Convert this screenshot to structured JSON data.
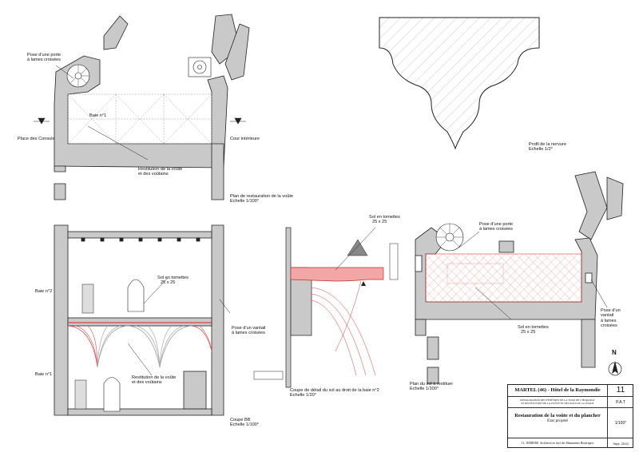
{
  "plan_top": {
    "door_note": [
      "Pose d'une porte",
      "à lames croisées"
    ],
    "baie": "Baie n°1",
    "left_side": "Place des Consuls",
    "right_side": "Cour intérieure",
    "vault_note": [
      "Restitution de la voûte",
      "et des voûtains"
    ],
    "caption": "Plan de restauration de la voûte",
    "scale": "Echelle 1/100°"
  },
  "section_bb": {
    "baie2": "Baie n°2",
    "baie1": "Baie n°1",
    "floor_note": [
      "Sol en tomettes",
      "25 x 25"
    ],
    "shutter_note": [
      "Pose d'un vantail",
      "à lames croisées"
    ],
    "vault_note": [
      "Restitution de la voûte",
      "et des voûtains"
    ],
    "caption": "Coupe BB",
    "scale": "Echelle 1/100°"
  },
  "detail": {
    "floor_note": [
      "Sol en tomettes",
      "25 x 25"
    ],
    "caption": "Coupe de détail du sol au droit de la baie n°2",
    "scale": "Echelle 1/20°"
  },
  "rib_profile": {
    "caption": "Profil de la nervure",
    "scale": "Echelle 1/2°"
  },
  "plan_floor": {
    "door_note": [
      "Pose d'une porte",
      "à lames croisées"
    ],
    "shutter_note": [
      "Pose d'un",
      "vantail",
      "à lames",
      "croisées"
    ],
    "floor_note": [
      "Sol en tomettes",
      "25 x 25"
    ],
    "caption": "Plan du sol à restituer",
    "scale": "Echelle 1/100°"
  },
  "north_label": "N",
  "cartouche": {
    "title": "MARTEL (46) - Hôtel de la Raymondie",
    "subtitle1": "RESTAURATION DES FENÊTRES DE LA TOUR DE L'HORLOGE",
    "subtitle2": "ET RESTITUTION DE LA VOÛTE ET DES SOLS DU 1er ÉTAGE",
    "sheet_title": "Restauration de la voûte et du plancher",
    "sheet_subtitle": "Etat projeté",
    "number": "11",
    "phase": "P.A.T",
    "scale": "1/100°",
    "architect": "J.L. REBIERE, Architecte en chef des Monuments Historiques",
    "date": "Sept. 2010"
  },
  "colors": {
    "wall": "#c9c9c9",
    "ink": "#222222",
    "red": "#e04040",
    "pink": "#f2a6a6"
  }
}
